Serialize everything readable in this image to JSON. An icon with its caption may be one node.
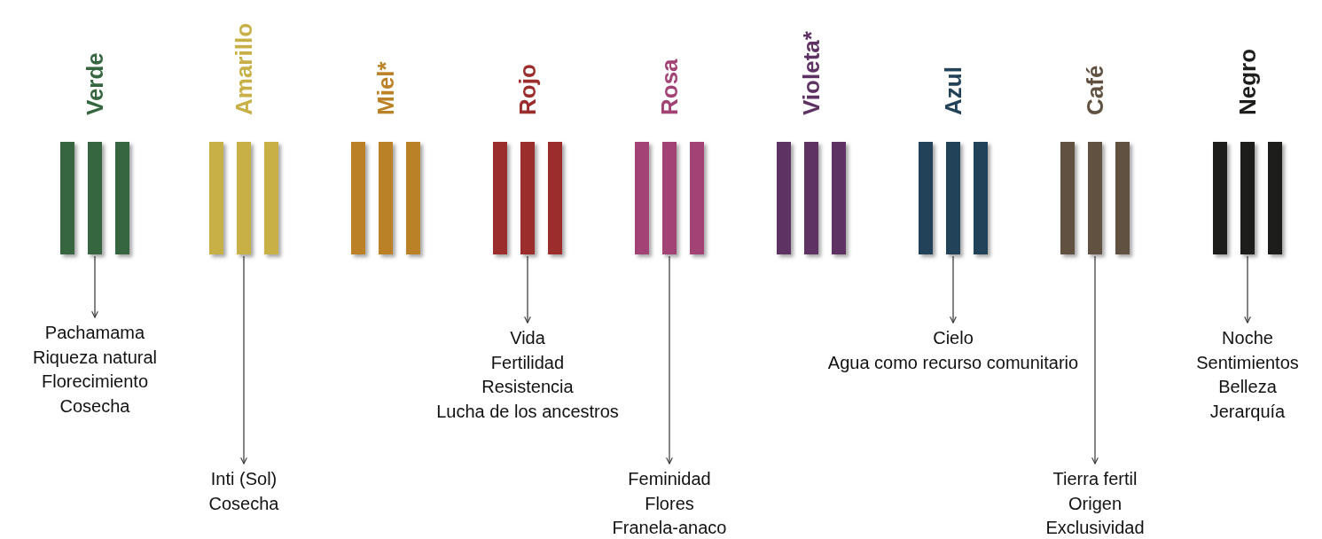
{
  "diagram": {
    "nodes": [
      {
        "text": [
          "Verde"
        ]
      },
      {
        "text": [
          "Amarillo"
        ]
      },
      {
        "text": [
          "Miel*"
        ]
      },
      {
        "text": [
          "Rojo"
        ]
      },
      {
        "text": [
          "Rosa"
        ]
      },
      {
        "text": [
          "Violeta*"
        ]
      },
      {
        "text": [
          "Azul"
        ]
      },
      {
        "text": [
          "Café"
        ]
      },
      {
        "text": [
          "Negro"
        ]
      },
      {
        "text": [
          "Pachamama",
          "Riqueza natural",
          "Florecimiento",
          "Cosecha"
        ]
      },
      {
        "text": [
          "Inti (Sol)",
          "Cosecha"
        ]
      },
      {
        "text": [
          "Vida",
          "Fertilidad",
          "Resistencia",
          "Lucha de los ancestros"
        ]
      },
      {
        "text": [
          "Feminidad",
          "Flores",
          "Franela-anaco"
        ]
      },
      {
        "text": [
          "Cielo",
          "Agua como recurso comunitario"
        ]
      },
      {
        "text": [
          "Tierra fertil",
          "Origen",
          "Exclusividad"
        ]
      },
      {
        "text": [
          "Noche",
          "Sentimientos",
          "Belleza",
          "Jerarquía"
        ]
      }
    ],
    "edges": [
      {
        "from": 0,
        "to": 9,
        "arrow": "to"
      },
      {
        "from": 1,
        "to": 10,
        "arrow": "to"
      },
      {
        "from": 3,
        "to": 11,
        "arrow": "to"
      },
      {
        "from": 4,
        "to": 12,
        "arrow": "to"
      },
      {
        "from": 6,
        "to": 13,
        "arrow": "to"
      },
      {
        "from": 7,
        "to": 14,
        "arrow": "to"
      },
      {
        "from": 8,
        "to": 15,
        "arrow": "to"
      }
    ]
  }
}
